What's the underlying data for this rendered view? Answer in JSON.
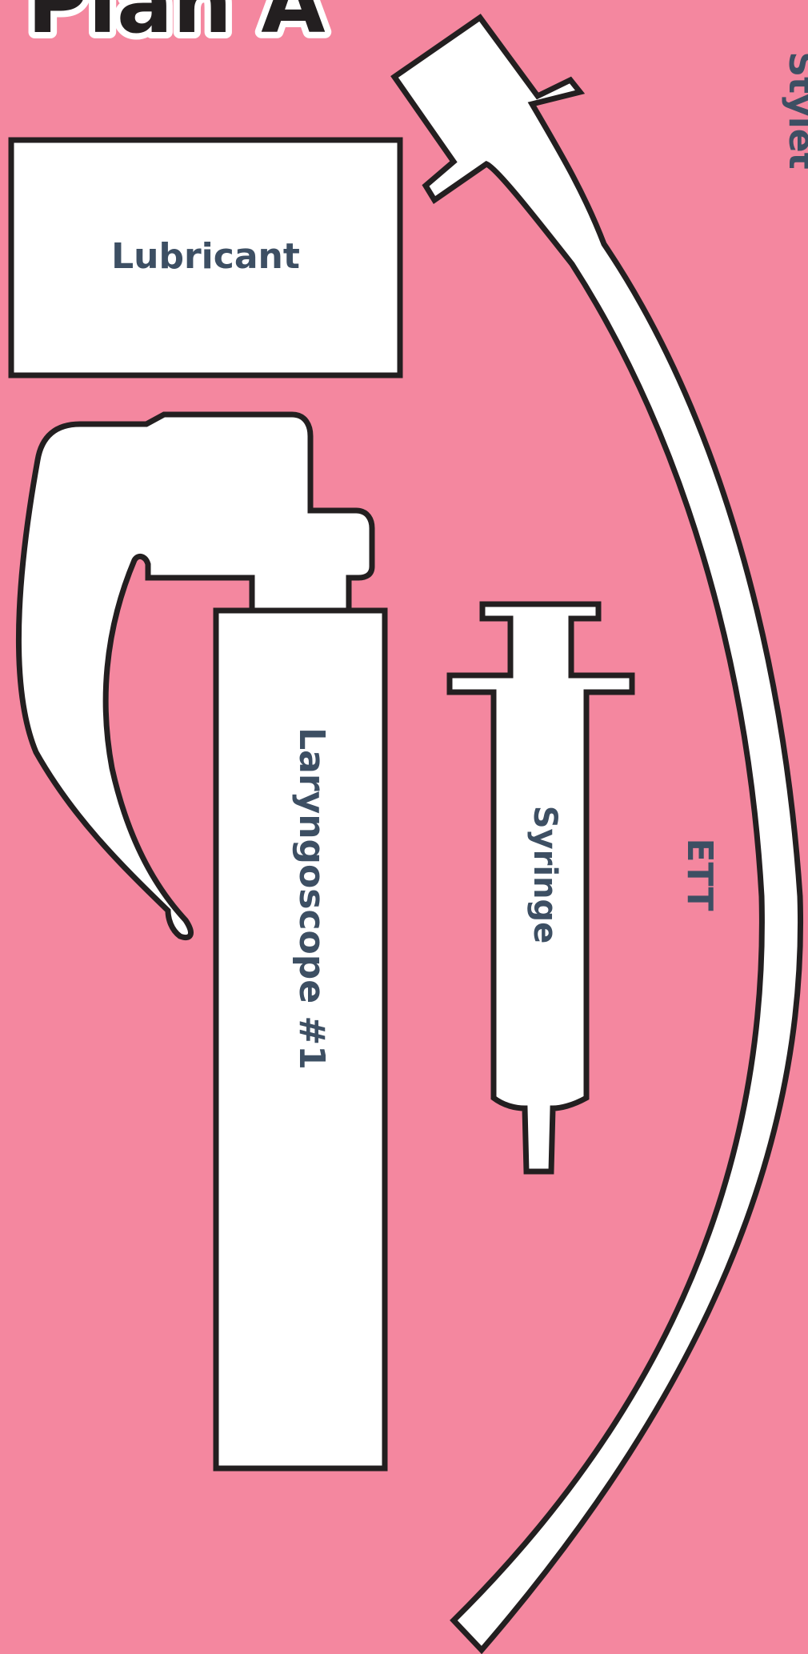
{
  "title": "Plan A",
  "items": {
    "lubricant": "Lubricant",
    "laryngoscope": "Laryngoscope #1",
    "syringe": "Syringe",
    "ett": "ETT",
    "stylet": "Stylet"
  },
  "colors": {
    "background": "#f4879f",
    "outline": "#231f20",
    "fill": "#ffffff",
    "label": "#3d4f63"
  }
}
